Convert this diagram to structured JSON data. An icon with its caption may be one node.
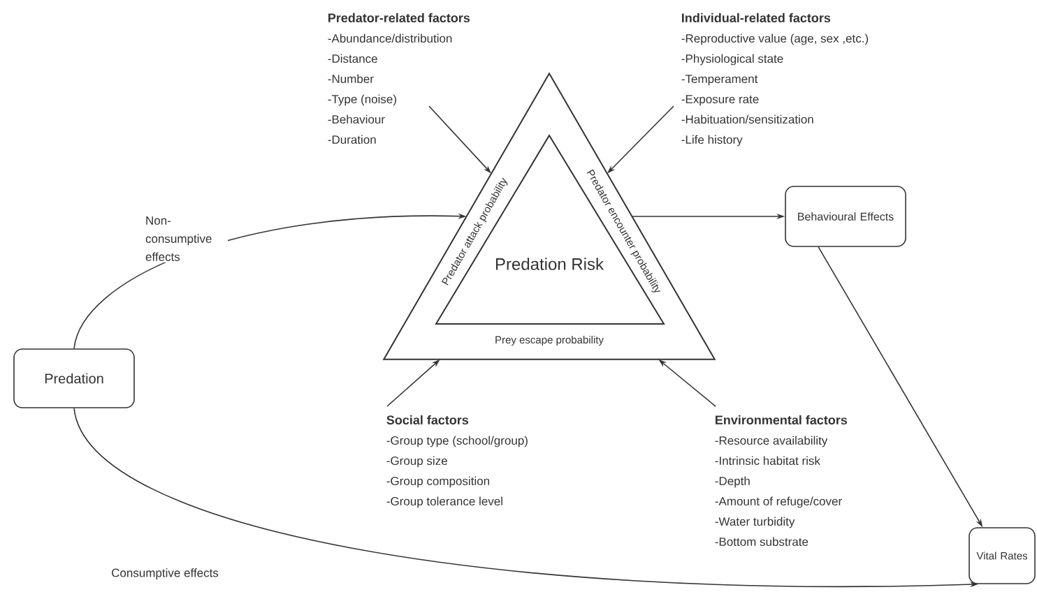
{
  "diagram": {
    "nodes": [
      {
        "text": [
          "Predation"
        ]
      },
      {
        "text": [
          "Predator attack probability",
          "Predator encounter probability",
          "Prey escape probability"
        ]
      },
      {
        "text": [
          "Predation Risk"
        ],
        "in": 1
      },
      {
        "text": [
          "Behavioural Effects"
        ]
      },
      {
        "text": [
          "Vital Rates"
        ]
      },
      {
        "text": [
          "Predator-related factors",
          "-Abundance/distribution",
          "-Distance",
          "-Number",
          "-Type (noise)",
          "-Behaviour",
          "-Duration"
        ]
      },
      {
        "text": [
          "Individual-related factors",
          "-Reproductive value (age, sex ,etc.)",
          "-Physiological  state",
          "-Temperament",
          "-Exposure rate",
          "-Habituation/sensitization",
          "-Life history"
        ]
      },
      {
        "text": [
          "Social factors",
          "-Group type (school/group)",
          "-Group size",
          "-Group composition",
          "-Group tolerance level"
        ]
      },
      {
        "text": [
          "Environmental factors",
          "-Resource availability",
          "-Intrinsic habitat risk",
          "-Depth",
          "-Amount of refuge/cover",
          "-Water turbidity",
          "-Bottom substrate"
        ]
      }
    ],
    "edges": [
      {
        "from": 0,
        "to": 1,
        "arrow": "to",
        "label": "Non-consumptive effects"
      },
      {
        "from": 0,
        "to": 4,
        "arrow": "to",
        "label": "Consumptive effects"
      },
      {
        "from": 1,
        "to": 3,
        "arrow": "to"
      },
      {
        "from": 3,
        "to": 4,
        "arrow": "to"
      },
      {
        "from": 5,
        "to": 1,
        "arrow": "to"
      },
      {
        "from": 6,
        "to": 1,
        "arrow": "to"
      },
      {
        "from": 7,
        "to": 1,
        "arrow": "to"
      },
      {
        "from": 8,
        "to": 1,
        "arrow": "to"
      }
    ]
  }
}
